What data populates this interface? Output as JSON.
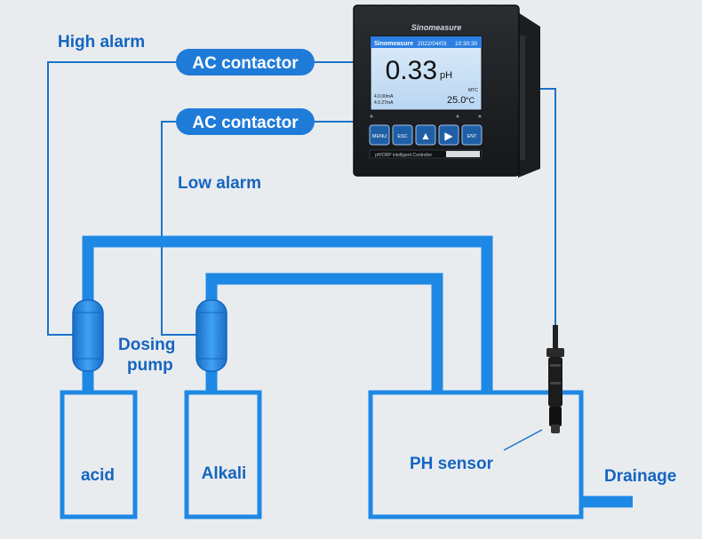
{
  "labels": {
    "high_alarm": "High alarm",
    "low_alarm": "Low alarm",
    "ac_contactor_top": "AC contactor",
    "ac_contactor_bottom": "AC contactor",
    "dosing_line1": "Dosing",
    "dosing_line2": "pump",
    "acid": "acid",
    "alkali": "Alkali",
    "ph_sensor": "PH sensor",
    "drainage": "Drainage"
  },
  "controller": {
    "brand": "Sinomeasure",
    "screen_brand": "Sinomeasure",
    "date": "2022/04/03",
    "time": "10:30:30",
    "ph_value": "0.33",
    "ph_unit": "pH",
    "mtc": "MTC",
    "temperature": "25.0",
    "temp_unit": "°C",
    "current1": "4.0.00mA",
    "current2": "4.0.27mA",
    "buttons": [
      "MENU",
      "ESC",
      "▲",
      "▶",
      "ENT"
    ],
    "model_label": "pH/ORP intelligent Controller"
  },
  "colors": {
    "pipe": "#1e88e5",
    "wire": "#1a73c9",
    "label": "#1565c0",
    "pill": "#1e7bd8",
    "background": "#e9ecef",
    "lcd_top": "#2b7fe0",
    "lcd_bg": "#cfe3f6"
  }
}
